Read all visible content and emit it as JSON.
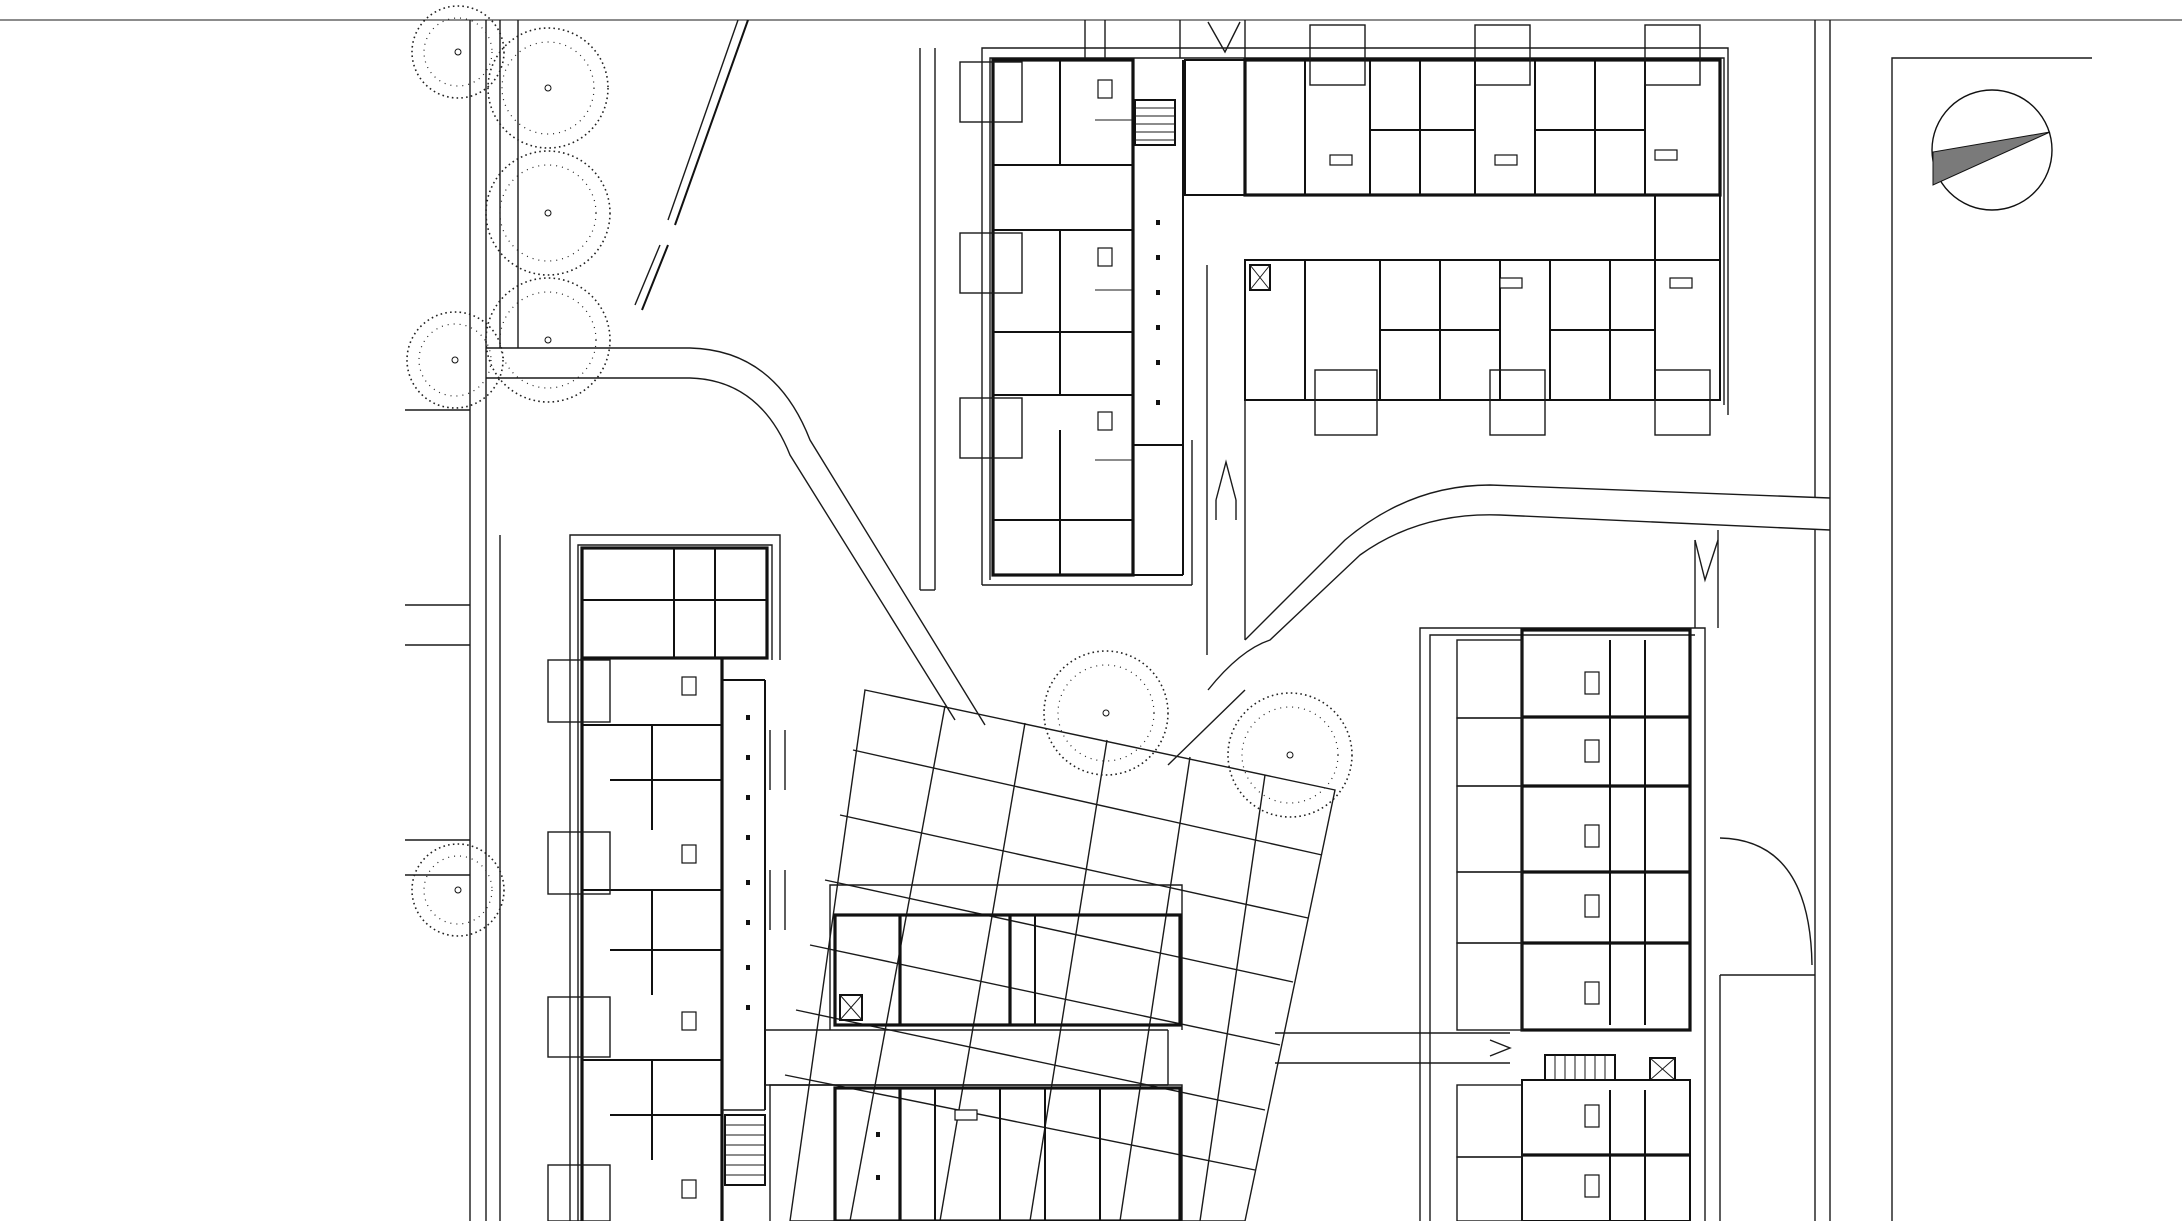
{
  "drawing": {
    "type": "architectural site plan",
    "line_color": "#1a1a1a",
    "background": "#ffffff",
    "north_arrow_fill": "#7a7a7a"
  },
  "elements": {
    "north_arrow": "north-arrow-icon",
    "trees": "tree-icon",
    "buildings": [
      "building-north",
      "building-west",
      "building-south-center",
      "building-east"
    ],
    "courtyard": "paved-plaza-grid"
  }
}
